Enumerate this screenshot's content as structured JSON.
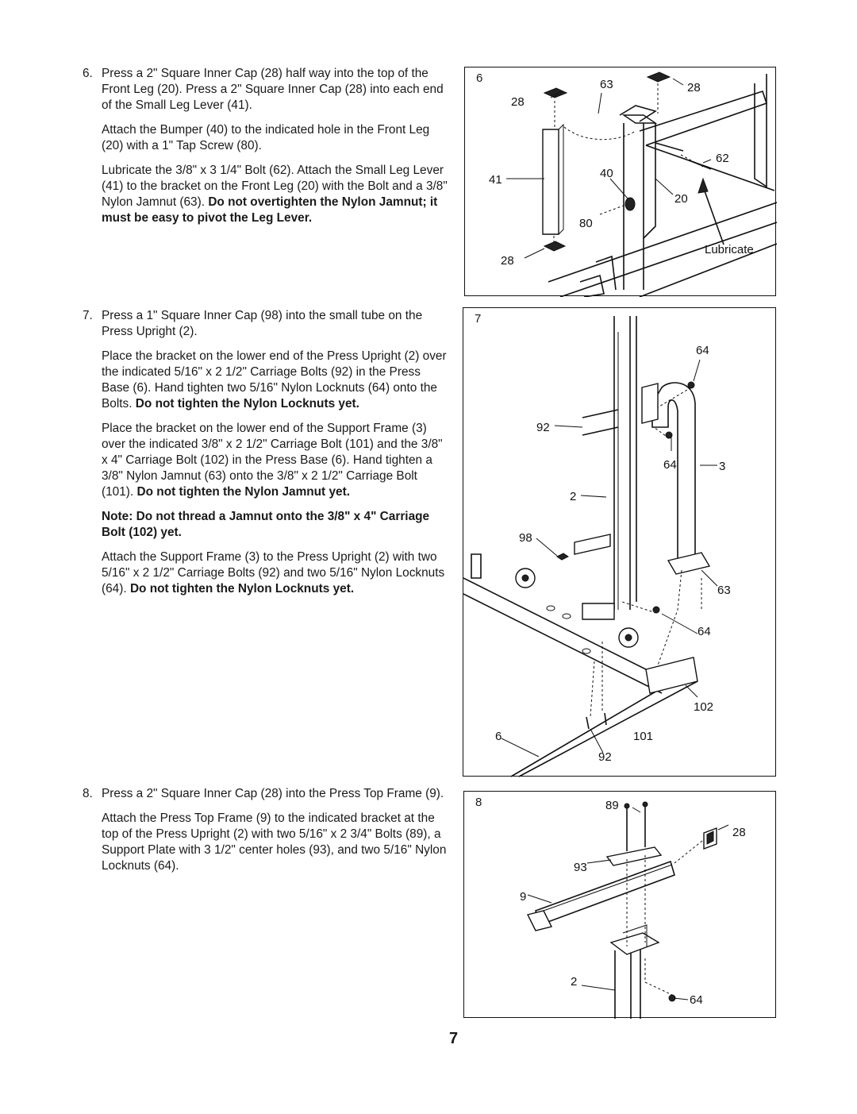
{
  "steps": [
    {
      "number": "6.",
      "paragraphs": [
        {
          "text": "Press a 2\" Square Inner Cap (28) half way into the top of the Front Leg (20). Press a 2\" Square Inner Cap (28) into each end of the Small Leg Lever (41).",
          "bold": ""
        },
        {
          "text": "Attach the Bumper (40) to the indicated hole in the Front Leg (20) with a 1\" Tap Screw (80).",
          "bold": ""
        },
        {
          "text": "Lubricate the 3/8\" x 3 1/4\" Bolt (62). Attach the Small Leg Lever (41) to the bracket on the Front Leg (20) with the Bolt and a 3/8\" Nylon Jamnut (63).",
          "bold": "Do not overtighten the Nylon Jamnut; it must be easy to pivot the Leg Lever."
        }
      ]
    },
    {
      "number": "7.",
      "paragraphs": [
        {
          "text": "Press a 1\" Square Inner Cap (98) into the small tube on the Press Upright (2).",
          "bold": ""
        },
        {
          "text": "Place the bracket on the lower end of the Press Upright (2) over the indicated 5/16\" x 2 1/2\" Carriage Bolts (92) in the Press Base (6). Hand tighten two 5/16\" Nylon Locknuts (64) onto the Bolts.",
          "bold": "Do not tighten the Nylon Locknuts yet."
        },
        {
          "text": "Place the bracket on the lower end of the Support Frame (3) over the indicated 3/8\" x 2 1/2\" Carriage Bolt (101) and the 3/8\" x 4\" Carriage Bolt (102) in the Press Base (6). Hand tighten a 3/8\" Nylon Jamnut (63) onto the 3/8\" x 2 1/2\" Carriage Bolt (101).",
          "bold": "Do not tighten the Nylon Jamnut yet."
        },
        {
          "text": "",
          "bold": "Note: Do not thread a Jamnut onto the 3/8\" x 4\" Carriage Bolt (102) yet."
        },
        {
          "text": "Attach the Support Frame (3) to the Press Upright (2) with two 5/16\" x 2 1/2\" Carriage Bolts (92) and two 5/16\" Nylon Locknuts (64).",
          "bold": "Do not tighten the Nylon Locknuts yet."
        }
      ]
    },
    {
      "number": "8.",
      "paragraphs": [
        {
          "text": "Press a 2\" Square Inner Cap (28) into the Press Top Frame (9).",
          "bold": ""
        },
        {
          "text": "Attach the Press Top Frame (9) to the indicated bracket at the top of the Press Upright (2) with two 5/16\" x 2 3/4\" Bolts (89), a Support Plate with 3 1/2\" center holes (93), and two 5/16\" Nylon Locknuts (64).",
          "bold": ""
        }
      ]
    }
  ],
  "figures": {
    "fig6": {
      "number": "6",
      "labels": {
        "l28a": "28",
        "l63": "63",
        "l28b": "28",
        "l62": "62",
        "l41": "41",
        "l40": "40",
        "l20": "20",
        "l80": "80",
        "l28c": "28",
        "lub": "Lubricate"
      }
    },
    "fig7": {
      "number": "7",
      "labels": {
        "l64a": "64",
        "l92a": "92",
        "l64b": "64",
        "l3": "3",
        "l2": "2",
        "l98": "98",
        "l63": "63",
        "l64c": "64",
        "l102": "102",
        "l6": "6",
        "l101": "101",
        "l92b": "92"
      }
    },
    "fig8": {
      "number": "8",
      "labels": {
        "l89": "89",
        "l28": "28",
        "l93": "93",
        "l9": "9",
        "l2": "2",
        "l64": "64"
      }
    }
  },
  "page_number": "7"
}
